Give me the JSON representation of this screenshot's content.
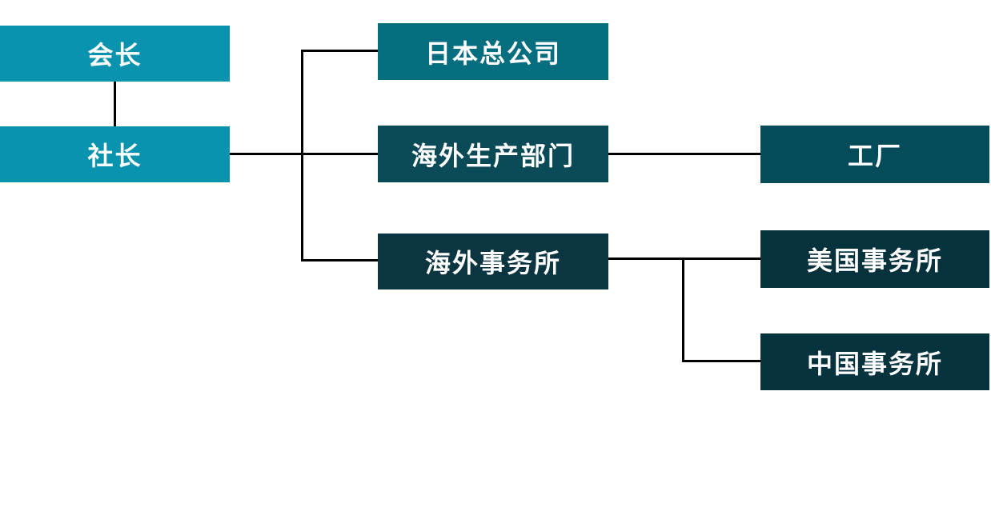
{
  "chart": {
    "title": "company-organization-chart",
    "background": "#ffffff",
    "line_color": "#000000",
    "text_color": "#ffffff",
    "nodes": {
      "chairman": {
        "label": "会长",
        "color": "#0a93ae"
      },
      "president": {
        "label": "社长",
        "color": "#0a93ae"
      },
      "japan_hq": {
        "label": "日本总公司",
        "color": "#076e80"
      },
      "overseas_production": {
        "label": "海外生产部门",
        "color": "#0b4b58"
      },
      "overseas_office": {
        "label": "海外事务所",
        "color": "#0b3541"
      },
      "factory": {
        "label": "工厂",
        "color": "#054c5b"
      },
      "us_office": {
        "label": "美国事务所",
        "color": "#06323e"
      },
      "china_office": {
        "label": "中国事务所",
        "color": "#07333f"
      }
    },
    "edges": [
      {
        "from": "chairman",
        "to": "president"
      },
      {
        "from": "president",
        "to": "japan_hq"
      },
      {
        "from": "president",
        "to": "overseas_production"
      },
      {
        "from": "president",
        "to": "overseas_office"
      },
      {
        "from": "overseas_production",
        "to": "factory"
      },
      {
        "from": "overseas_office",
        "to": "us_office"
      },
      {
        "from": "overseas_office",
        "to": "china_office"
      }
    ]
  }
}
